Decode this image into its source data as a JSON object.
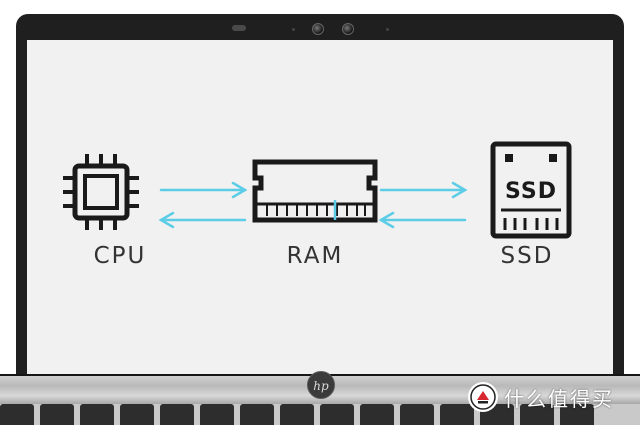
{
  "diagram": {
    "cpu_label": "CPU",
    "ram_label": "RAM",
    "ssd_label": "SSD",
    "ssd_chip_text": "SSD",
    "arrow_color": "#5ccde6",
    "icon_color": "#1a1a1a"
  },
  "device": {
    "brand_logo": "hp",
    "icons": [
      "cpu-icon",
      "ram-icon",
      "ssd-icon",
      "arrow-right-icon",
      "arrow-left-icon",
      "hp-logo-icon",
      "webcam-icon"
    ]
  },
  "watermark": {
    "text": "什么值得买"
  }
}
